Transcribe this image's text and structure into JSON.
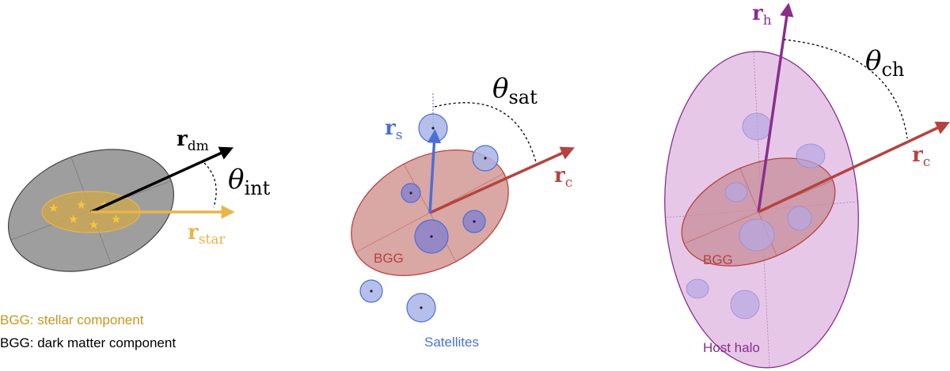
{
  "colors": {
    "dm_halo": "#9e9e9e",
    "stellar": "#e8b54a",
    "stellar_text": "#c8961e",
    "black": "#000000",
    "bgg_red": "#b5433f",
    "bgg_fill": "#d9a7a4",
    "satellite_blue": "#4a6fd8",
    "satellite_fill": "#a9b4e6",
    "host_purple": "#8a2e8c",
    "host_fill": "#e6c7e8"
  },
  "panel1": {
    "vector_dm": {
      "main": "r",
      "sub": "dm"
    },
    "vector_star": {
      "main": "r",
      "sub": "star"
    },
    "angle": {
      "main": "θ",
      "sub": "int"
    },
    "legend": {
      "stellar": "BGG: stellar component",
      "dark_matter": "BGG: dark matter component"
    }
  },
  "panel2": {
    "vector_s": {
      "main": "r",
      "sub": "s"
    },
    "vector_c": {
      "main": "r",
      "sub": "c"
    },
    "angle": {
      "main": "θ",
      "sub": "sat"
    },
    "bgg_label": "BGG",
    "satellites_label": "Satellites"
  },
  "panel3": {
    "vector_h": {
      "main": "r",
      "sub": "h"
    },
    "vector_c": {
      "main": "r",
      "sub": "c"
    },
    "angle": {
      "main": "θ",
      "sub": "ch"
    },
    "bgg_label": "BGG",
    "host_label": "Host halo"
  }
}
